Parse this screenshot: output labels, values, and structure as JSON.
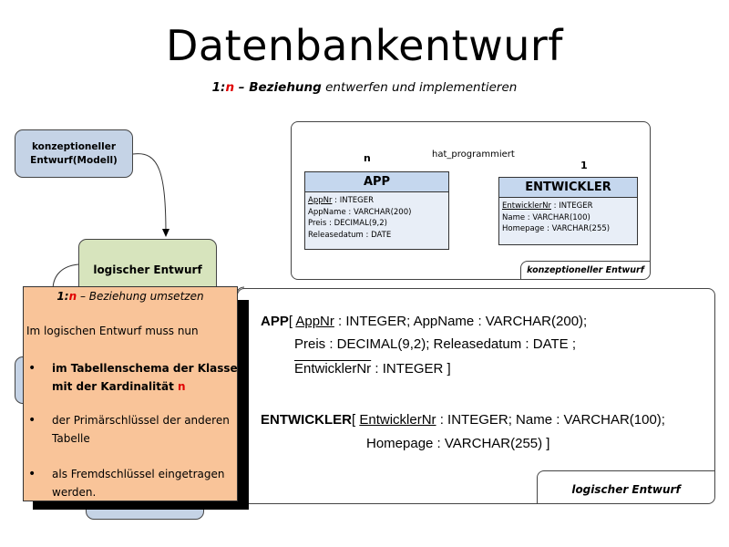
{
  "header": {
    "title": "Datenbankentwurf",
    "subtitle": {
      "ratio_prefix": "1:",
      "ratio_n": "n",
      "bold_part": " – Beziehung",
      "rest": " entwerfen und implementieren"
    }
  },
  "flow": {
    "concept_box_line1": "konzeptioneller",
    "concept_box_line2": "Entwurf(Modell)",
    "logic_box": "logischer Entwurf"
  },
  "note": {
    "title_prefix": "1:",
    "title_n": "n",
    "title_rest": " – Beziehung umsetzen",
    "intro": "Im logischen Entwurf muss nun",
    "bullets": [
      {
        "bold_text": "im Tabellenschema der Klasse mit der Kardinalität ",
        "highlight": "n"
      },
      {
        "text": "der Primärschlüssel der anderen Tabelle"
      },
      {
        "text": "als Fremdschlüssel eingetragen werden."
      }
    ],
    "bullet_symbol": "•",
    "colors": {
      "background": "#f9c499",
      "highlight": "#e00000"
    }
  },
  "conceptual": {
    "label": "konzeptioneller Entwurf",
    "relationship": "hat_programmiert",
    "cardinality_app": "n",
    "cardinality_dev": "1",
    "entities": {
      "app": {
        "name": "APP",
        "key": "AppNr",
        "key_type": " : INTEGER",
        "attributes": [
          "AppName : VARCHAR(200)",
          "Preis : DECIMAL(9,2)",
          "Releasedatum : DATE"
        ]
      },
      "dev": {
        "name": "ENTWICKLER",
        "key": "EntwicklerNr",
        "key_type": " : INTEGER",
        "attributes": [
          "Name : VARCHAR(100)",
          "Homepage : VARCHAR(255)"
        ]
      }
    }
  },
  "logical": {
    "label": "logischer Entwurf",
    "app": {
      "name": "APP",
      "open": "[ ",
      "key": "AppNr",
      "line1_rest": " : INTEGER; AppName : VARCHAR(200);",
      "line2": "Preis : DECIMAL(9,2); Releasedatum : DATE ;",
      "foreign_key": "EntwicklerNr",
      "line3_rest": " : INTEGER ]"
    },
    "dev": {
      "name": "ENTWICKLER",
      "open": "[ ",
      "key": "EntwicklerNr",
      "line1_rest": " : INTEGER; Name : VARCHAR(100);",
      "line2": "Homepage : VARCHAR(255) ]"
    },
    "arrow_color": "#1a3fe0"
  }
}
